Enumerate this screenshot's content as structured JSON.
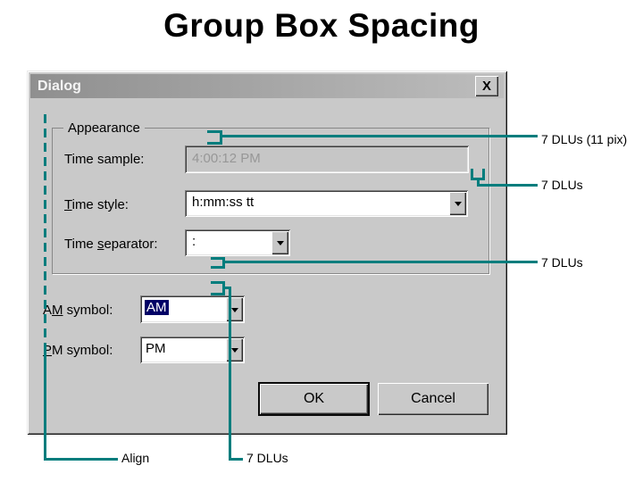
{
  "page_title": "Group Box Spacing",
  "colors": {
    "annotation": "#007d7d",
    "dialog_bg": "#c9c9c9",
    "selection": "#000066"
  },
  "dialog": {
    "title": "Dialog",
    "close_icon": "X",
    "groupbox": {
      "label": "Appearance",
      "time_sample": {
        "label": "Time sample:",
        "value": "4:00:12 PM"
      },
      "time_style": {
        "label_pre": "",
        "label_key": "T",
        "label_post": "ime style:",
        "value": "h:mm:ss tt"
      },
      "time_separator": {
        "label_pre": "Time ",
        "label_key": "s",
        "label_post": "eparator:",
        "value": ":"
      }
    },
    "am_symbol": {
      "label_pre": "A",
      "label_key": "M",
      "label_post": " symbol:",
      "value": "AM"
    },
    "pm_symbol": {
      "label_pre": "",
      "label_key": "P",
      "label_post": "M symbol:",
      "value": "PM"
    },
    "buttons": {
      "ok": "OK",
      "cancel": "Cancel"
    }
  },
  "annotations": {
    "group_top_gap": "7 DLUs (11 pix)",
    "right_edge_gap": "7 DLUs",
    "group_bottom_gap": "7 DLUs",
    "below_group_gap": "7 DLUs",
    "align": "Align"
  }
}
